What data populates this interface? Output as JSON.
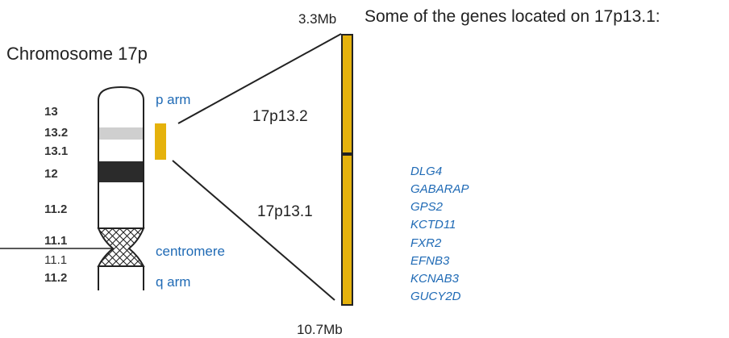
{
  "title": "Chromosome 17p",
  "heading": "Some of the genes located on 17p13.1:",
  "top_marker": "3.3Mb",
  "bottom_marker": "10.7Mb",
  "band_labels_upper": [
    "13",
    "13.2",
    "13.1",
    "12",
    "11.2",
    "11.1"
  ],
  "band_labels_lower": [
    "11.1",
    "11.2"
  ],
  "arm_labels": {
    "p_arm": "p arm",
    "centromere": "centromere",
    "q_arm": "q arm"
  },
  "regions": [
    "17p13.2",
    "17p13.1"
  ],
  "genes": [
    "DLG4",
    "GABARAP",
    "GPS2",
    "KCTD11",
    "FXR2",
    "EFNB3",
    "KCNAB3",
    "GUCY2D"
  ],
  "colors": {
    "highlight": "#e5b20c",
    "link_text": "#1f6ab5",
    "dark_band": "#2b2b2b",
    "light_band": "#cfcfcf"
  }
}
